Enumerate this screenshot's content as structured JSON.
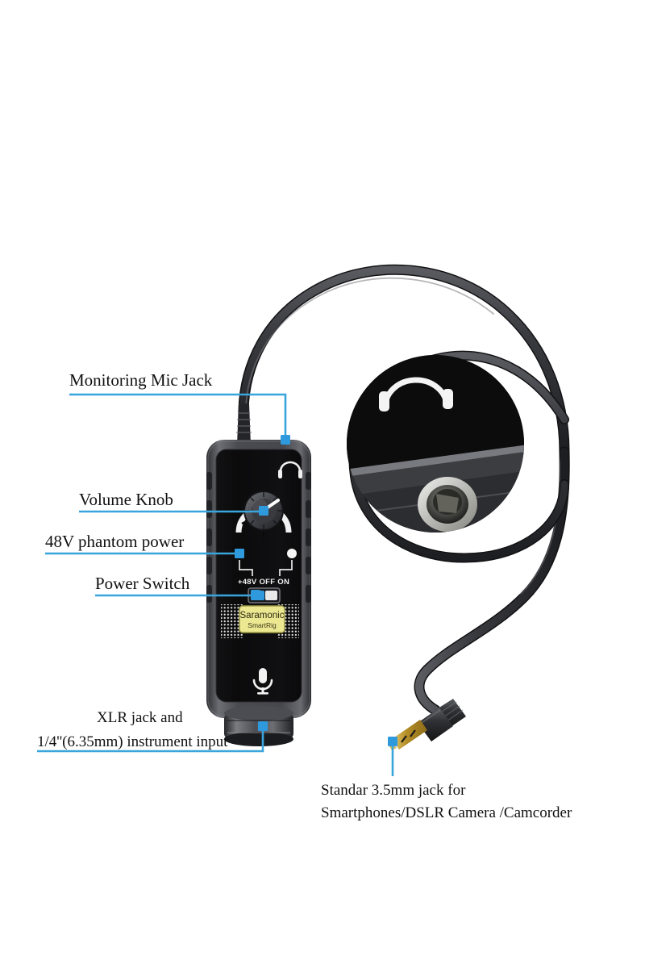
{
  "document": {
    "type": "product-annotation-diagram",
    "product_name": "Saramonic SmartRig",
    "background_color": "#ffffff",
    "accent_color": "#39a5dc"
  },
  "callouts": [
    {
      "id": "monitoring-mic-jack",
      "label": "Monitoring Mic Jack",
      "lines": [
        "Monitoring Mic Jack"
      ],
      "align": "left"
    },
    {
      "id": "volume-knob",
      "label": "Volume Knob",
      "lines": [
        "Volume Knob"
      ],
      "align": "left"
    },
    {
      "id": "phantom-power",
      "label": "48V phantom power",
      "lines": [
        "48V phantom power"
      ],
      "align": "left"
    },
    {
      "id": "power-switch",
      "label": "Power Switch",
      "lines": [
        "Power Switch"
      ],
      "align": "left"
    },
    {
      "id": "xlr-input",
      "label": "XLR jack and 1/4''(6.35mm) instrument input",
      "lines": [
        "XLR jack and",
        "1/4''(6.35mm) instrument input"
      ],
      "align": "center"
    },
    {
      "id": "output-plug",
      "label": "Standar 3.5mm jack for Smartphones/DSLR Camera /Camcorder",
      "lines": [
        "Standar 3.5mm jack for",
        "Smartphones/DSLR Camera /Camcorder"
      ],
      "align": "left"
    }
  ],
  "device": {
    "brand_badge": {
      "name": "Saramonic",
      "model": "SmartRig",
      "background_color": "#ece791",
      "border_color": "#9d9a46"
    },
    "panel": {
      "switch_labels": [
        "+48V",
        "OFF",
        "ON"
      ],
      "switch_label_text": "+48V OFF ON",
      "switch_state": "OFF",
      "led_count": 2,
      "headphone_icon": "headphone-icon",
      "microphone_icon": "microphone-icon"
    },
    "body_color": "#0d0d0d",
    "frame_color": "#54555a"
  },
  "inset": {
    "id": "headphone-jack-detail",
    "description": "Close-up detail of monitoring headphone jack",
    "shape": "circle"
  },
  "cable": {
    "color": "#3b3c40",
    "connector": "3.5mm TRRS",
    "connector_color": "#c9a227"
  }
}
